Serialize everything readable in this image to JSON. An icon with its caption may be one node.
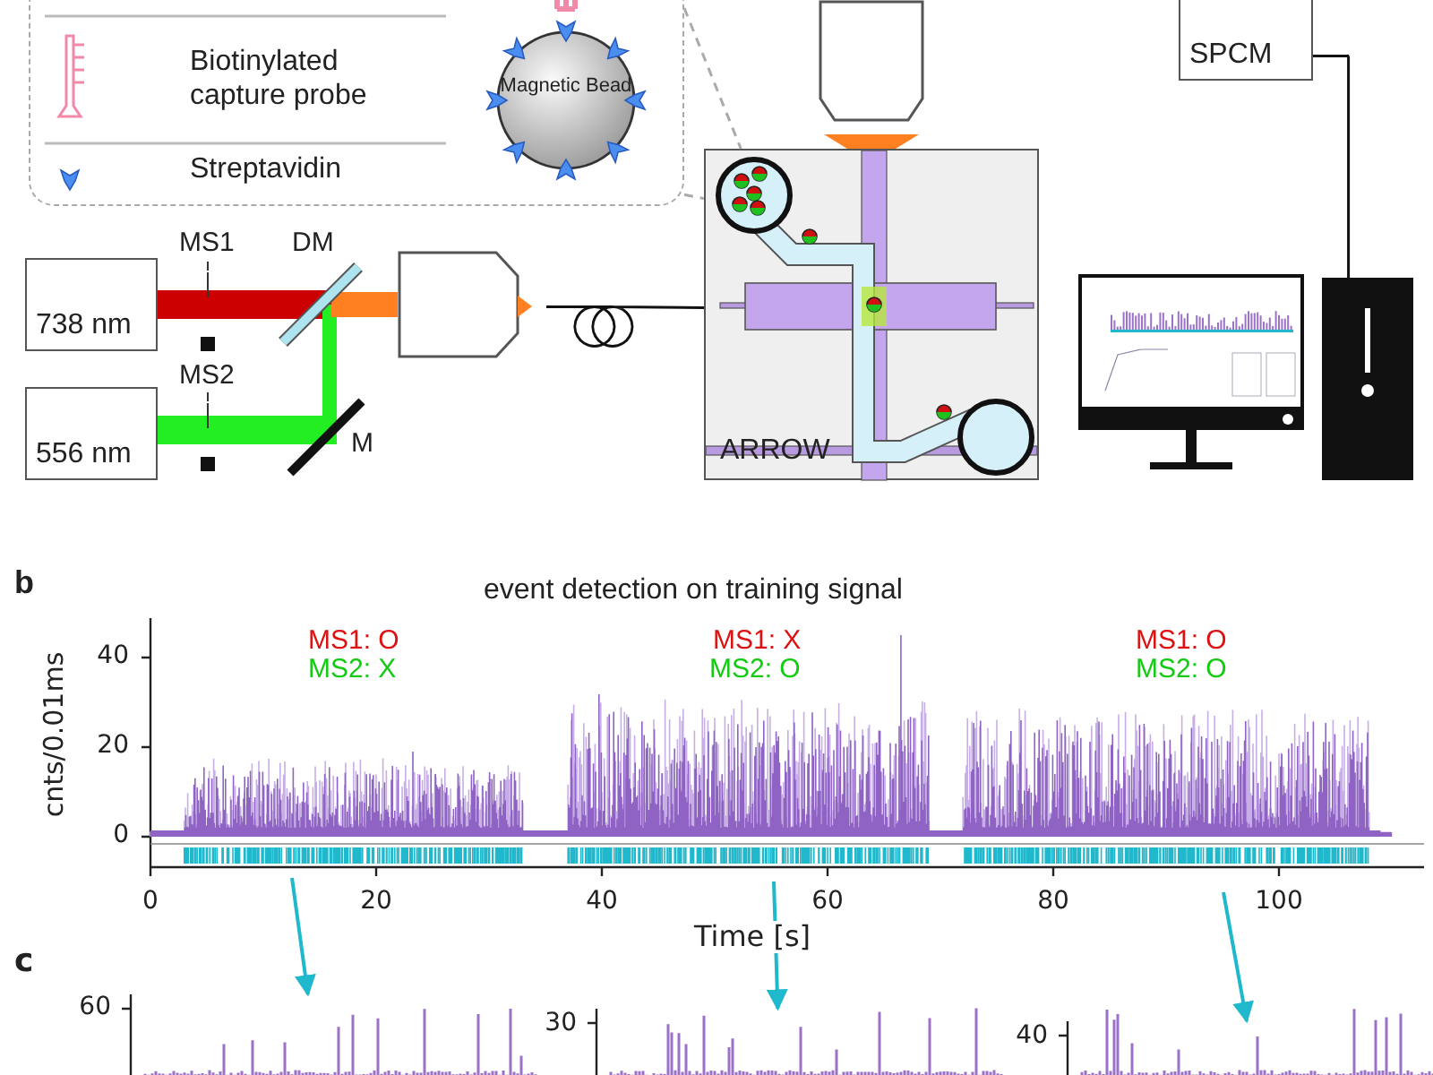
{
  "diagram": {
    "nodes": [
      {
        "text": [],
        "shape": "box"
      },
      {
        "text": [
          "Magnetic Bead"
        ],
        "in": 0
      },
      {
        "text": [
          "738 nm"
        ]
      },
      {
        "text": [
          "556 nm"
        ]
      },
      {
        "text": [],
        "shape": "box"
      },
      {
        "text": [
          "ARROW"
        ]
      },
      {
        "text": [],
        "shape": "box"
      },
      {
        "text": [
          "SPCM"
        ]
      },
      {
        "text": [],
        "shape": "picture"
      },
      {
        "text": [],
        "shape": "picture"
      },
      {
        "text": [],
        "shape": "picture"
      },
      {
        "text": [],
        "shape": "picture"
      },
      {
        "text": [],
        "shape": "picture"
      }
    ],
    "edges": [
      {
        "from": 0,
        "to": 5,
        "arrow": "none",
        "style": "dashed",
        "color": "#aaaaaa"
      },
      {
        "from": 0,
        "to": 5,
        "arrow": "none",
        "style": "dashed",
        "color": "#aaaaaa"
      },
      {
        "from": 4,
        "to": 5,
        "arrow": "none",
        "color": "#111111"
      },
      {
        "from": 7,
        "to": 9,
        "arrow": "none",
        "color": "#111111"
      },
      {
        "from": null,
        "to": 10,
        "arrow": "to",
        "color": "#1fb8cc"
      },
      {
        "from": null,
        "to": 11,
        "arrow": "to",
        "color": "#1fb8cc"
      },
      {
        "from": null,
        "to": 12,
        "arrow": "to",
        "color": "#1fb8cc"
      }
    ],
    "labels": [
      "MS1",
      "DM",
      "MS2",
      "M",
      "b",
      "event detection on training signal",
      "MS1: O",
      "MS2: X",
      "MS1: X",
      "MS2: O",
      "MS1: O",
      "MS2: O",
      "cnts/0.01ms",
      "40",
      "20",
      "0",
      "0",
      "20",
      "40",
      "60",
      "80",
      "100",
      "Time [s]",
      "c",
      "60",
      "30",
      "40"
    ],
    "legend": [
      {
        "text": "Biotinylated capture probe"
      },
      {
        "text": "Streptavidin"
      }
    ]
  }
}
